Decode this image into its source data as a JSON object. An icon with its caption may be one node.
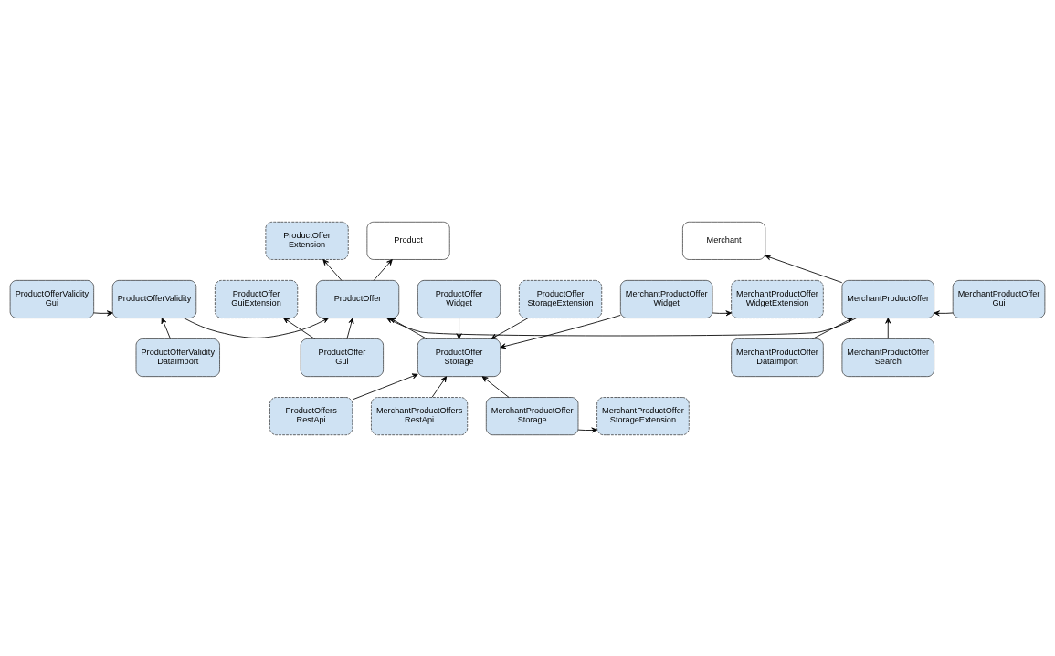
{
  "diagram": {
    "nodes": [
      {
        "text": [
          "ProductOffer Extension"
        ]
      },
      {
        "text": [
          "Product"
        ]
      },
      {
        "text": [
          "Merchant"
        ]
      },
      {
        "text": [
          "ProductOfferValidity Gui"
        ]
      },
      {
        "text": [
          "ProductOfferValidity"
        ]
      },
      {
        "text": [
          "ProductOffer"
        ]
      },
      {
        "text": [
          "MerchantProductOffer"
        ]
      },
      {
        "text": [
          "MerchantProductOffer Gui"
        ]
      },
      {
        "text": [
          "ProductOfferValidity DataImport"
        ]
      },
      {
        "text": [
          "ProductOffer Gui"
        ]
      },
      {
        "text": [
          "ProductOffer Storage"
        ]
      },
      {
        "text": [
          "MerchantProductOffer DataImport"
        ]
      },
      {
        "text": [
          "MerchantProductOffer Search"
        ]
      },
      {
        "text": [
          "ProductOffer GuiExtension"
        ]
      },
      {
        "text": [
          "ProductOffer Widget"
        ]
      },
      {
        "text": [
          "ProductOffer StorageExtension"
        ]
      },
      {
        "text": [
          "MerchantProductOffer Widget"
        ]
      },
      {
        "text": [
          "MerchantProductOffer WidgetExtension"
        ]
      },
      {
        "text": [
          "ProductOffers RestApi"
        ]
      },
      {
        "text": [
          "MerchantProductOffers RestApi"
        ]
      },
      {
        "text": [
          "MerchantProductOffer Storage"
        ]
      },
      {
        "text": [
          "MerchantProductOffer StorageExtension"
        ]
      }
    ],
    "edges": [
      {
        "from": 5,
        "to": 0,
        "arrow": "to"
      },
      {
        "from": 5,
        "to": 1,
        "arrow": "to"
      },
      {
        "from": 6,
        "to": 2,
        "arrow": "to"
      },
      {
        "from": 3,
        "to": 4,
        "arrow": "to"
      },
      {
        "from": 4,
        "to": 5,
        "arrow": "to"
      },
      {
        "from": 6,
        "to": 5,
        "arrow": "to"
      },
      {
        "from": 7,
        "to": 6,
        "arrow": "to"
      },
      {
        "from": 8,
        "to": 4,
        "arrow": "to"
      },
      {
        "from": 9,
        "to": 5,
        "arrow": "to"
      },
      {
        "from": 10,
        "to": 5,
        "arrow": "to"
      },
      {
        "from": 11,
        "to": 6,
        "arrow": "to"
      },
      {
        "from": 12,
        "to": 6,
        "arrow": "to"
      },
      {
        "from": 9,
        "to": 13,
        "arrow": "to"
      },
      {
        "from": 14,
        "to": 10,
        "arrow": "to"
      },
      {
        "from": 15,
        "to": 10,
        "arrow": "to"
      },
      {
        "from": 16,
        "to": 10,
        "arrow": "to"
      },
      {
        "from": 16,
        "to": 17,
        "arrow": "to"
      },
      {
        "from": 18,
        "to": 10,
        "arrow": "to"
      },
      {
        "from": 19,
        "to": 10,
        "arrow": "to"
      },
      {
        "from": 20,
        "to": 10,
        "arrow": "to"
      },
      {
        "from": 20,
        "to": 21,
        "arrow": "to"
      }
    ]
  }
}
